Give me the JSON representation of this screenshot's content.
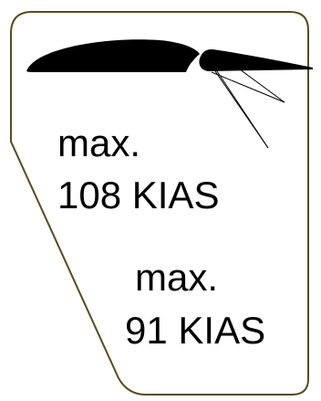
{
  "placard": {
    "colors": {
      "border": "#5a4a1e",
      "airfoil": "#000000",
      "flap_lines": "#000000",
      "text": "#000000",
      "background": "#ffffff"
    },
    "labels": [
      {
        "line1": "max.",
        "line2": "108 KIAS"
      },
      {
        "line1": "max.",
        "line2": "91 KIAS"
      }
    ]
  }
}
